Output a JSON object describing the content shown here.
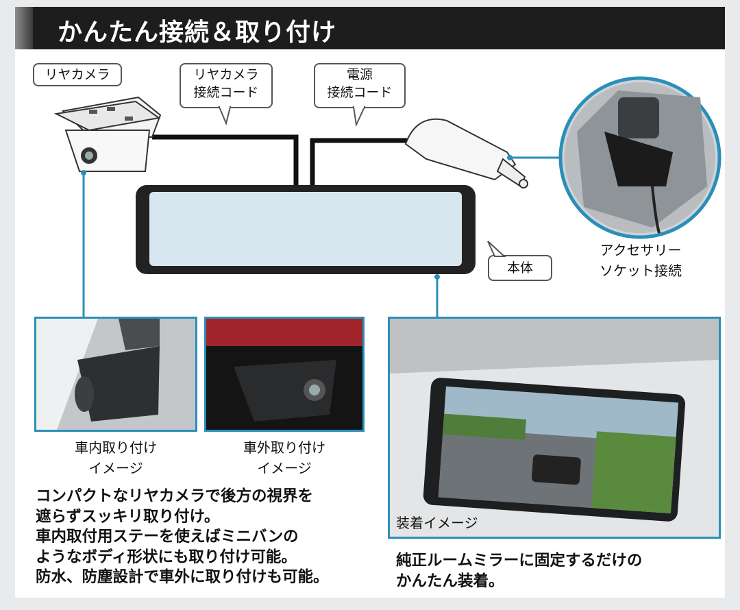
{
  "header": {
    "title": "かんたん接続＆取り付け"
  },
  "callouts": {
    "rear_camera": "リヤカメラ",
    "rear_camera_cord_line1": "リヤカメラ",
    "rear_camera_cord_line2": "接続コード",
    "power_cord_line1": "電源",
    "power_cord_line2": "接続コード",
    "main_unit": "本体"
  },
  "accessory_socket": {
    "line1": "アクセサリー",
    "line2": "ソケット接続"
  },
  "photos": {
    "interior_caption_line1": "車内取り付け",
    "interior_caption_line2": "イメージ",
    "exterior_caption_line1": "車外取り付け",
    "exterior_caption_line2": "イメージ",
    "installed_caption": "装着イメージ"
  },
  "description_left": {
    "line1": "コンパクトなリヤカメラで後方の視界を",
    "line2": "遮らずスッキリ取り付け。",
    "line3": "車内取付用ステーを使えばミニバンの",
    "line4": "ようなボディ形状にも取り付け可能。",
    "line5": "防水、防塵設計で車外に取り付けも可能。"
  },
  "description_right": {
    "line1": "純正ルームミラーに固定するだけの",
    "line2": "かんたん装着。"
  },
  "colors": {
    "accent_line": "#2a8fb8",
    "header_bg": "#1d1d1d"
  }
}
